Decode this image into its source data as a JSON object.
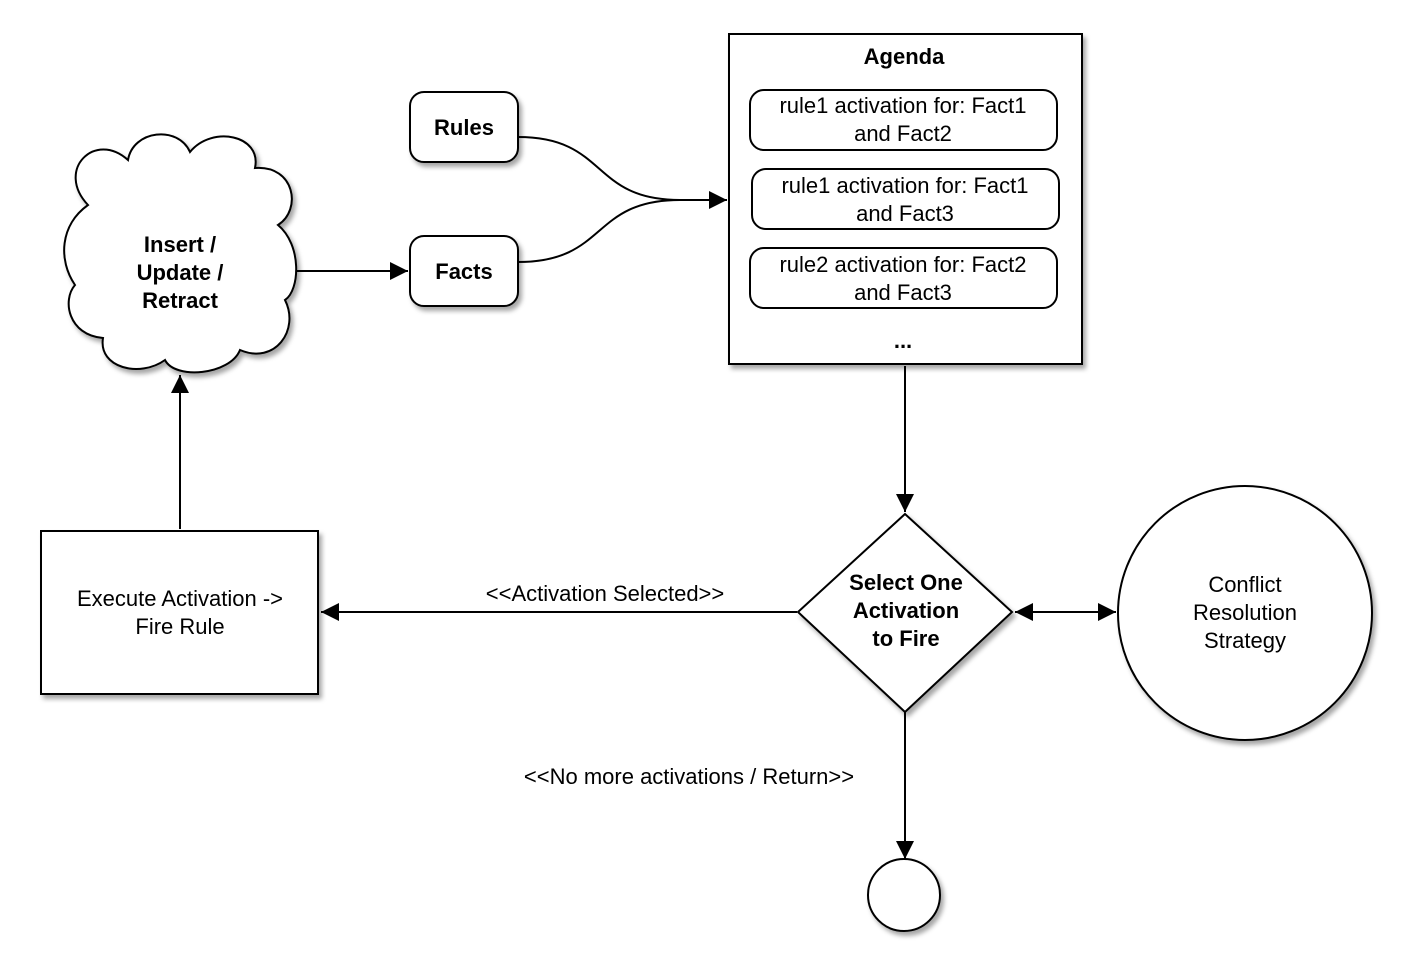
{
  "nodes": {
    "cloud": {
      "lines": [
        "Insert  /",
        "Update /",
        "Retract"
      ]
    },
    "rules": {
      "label": "Rules"
    },
    "facts": {
      "label": "Facts"
    },
    "agenda": {
      "title": "Agenda",
      "activations": [
        {
          "line1": "rule1 activation for: Fact1",
          "line2": "and Fact2"
        },
        {
          "line1": "rule1 activation for: Fact1",
          "line2": "and Fact3"
        },
        {
          "line1": "rule2 activation for: Fact2",
          "line2": "and Fact3"
        }
      ],
      "ellipsis": "..."
    },
    "decision": {
      "lines": [
        "Select One",
        "Activation",
        "to Fire"
      ]
    },
    "conflict": {
      "lines": [
        "Conflict",
        "Resolution",
        "Strategy"
      ]
    },
    "execute": {
      "lines": [
        "Execute Activation ->",
        "Fire Rule"
      ]
    }
  },
  "edge_labels": {
    "selected": "<<Activation Selected>>",
    "no_more": "<<No more activations / Return>>"
  }
}
